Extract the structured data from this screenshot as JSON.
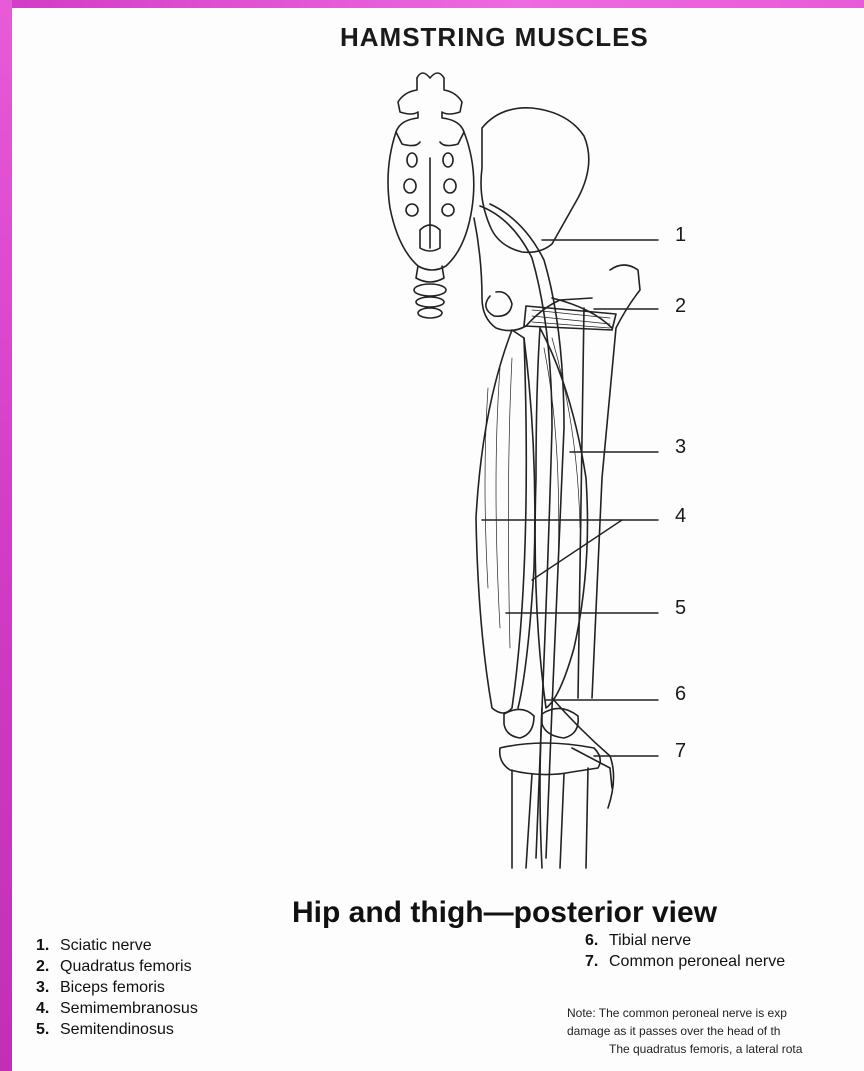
{
  "header": {
    "title": "HAMSTRING MUSCLES"
  },
  "diagram": {
    "callouts": [
      "1",
      "2",
      "3",
      "4",
      "5",
      "6",
      "7"
    ],
    "subtitle": "Hip and thigh—posterior view"
  },
  "legend_left": [
    {
      "num": "1.",
      "label": "Sciatic nerve"
    },
    {
      "num": "2.",
      "label": "Quadratus femoris"
    },
    {
      "num": "3.",
      "label": "Biceps femoris"
    },
    {
      "num": "4.",
      "label": "Semimembranosus"
    },
    {
      "num": "5.",
      "label": "Semitendinosus"
    }
  ],
  "legend_right": [
    {
      "num": "6.",
      "label": "Tibial nerve"
    },
    {
      "num": "7.",
      "label": "Common peroneal nerve"
    }
  ],
  "note": {
    "line1": "Note: The common peroneal nerve is exp",
    "line2": "damage as it passes over the head of th",
    "line3": "The quadratus femoris, a lateral rota"
  },
  "colors": {
    "frame": "#d23cc6",
    "ink": "#1a1a1a"
  }
}
